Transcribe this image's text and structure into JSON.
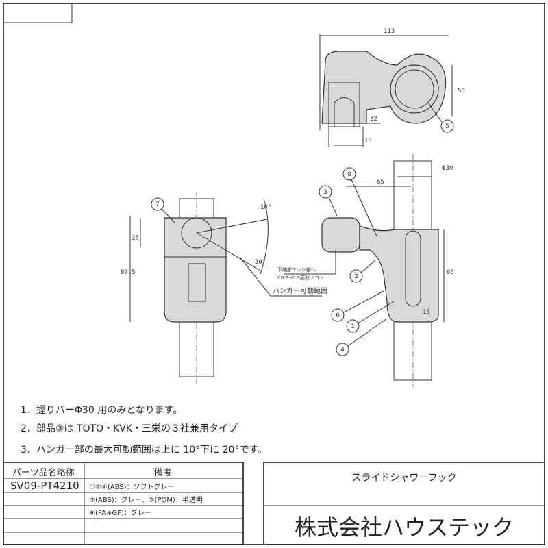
{
  "dimensions": {
    "width_top": "113",
    "height_top": "50",
    "d32": "32",
    "d18": "18",
    "phi": "Φ30",
    "d65": "65",
    "d35": "35",
    "d97": "97.5",
    "d85": "85",
    "d15": "15",
    "ang10": "10°",
    "ang30": "30°"
  },
  "part_callouts": [
    "1",
    "2",
    "3",
    "4",
    "5",
    "6",
    "7",
    "8"
  ],
  "annotations": {
    "chamfer_line1": "下端部エッジ部へ",
    "chamfer_line2": "C0.2~0.5面取ノコト",
    "hanger_range": "ハンガー可動範囲"
  },
  "notes": [
    "1．握りバーΦ30 用のみとなります。",
    "2．部品③は TOTO・KVK・三栄の３社兼用タイプ",
    "3．ハンガー部の最大可動範囲は上に 10°下に 20°です。"
  ],
  "table": {
    "header_part": "パーツ品名略称",
    "header_remarks": "備考",
    "part_name": "SV09-PT4210",
    "remarks": [
      "①②④(ABS)：ソフトグレー",
      "③(ABS)：グレー、⑤(POM)：半透明",
      "⑥(PA+GF)：グレー"
    ]
  },
  "title_block": {
    "product": "スライドシャワーフック",
    "company": "株式会社ハウステック"
  }
}
